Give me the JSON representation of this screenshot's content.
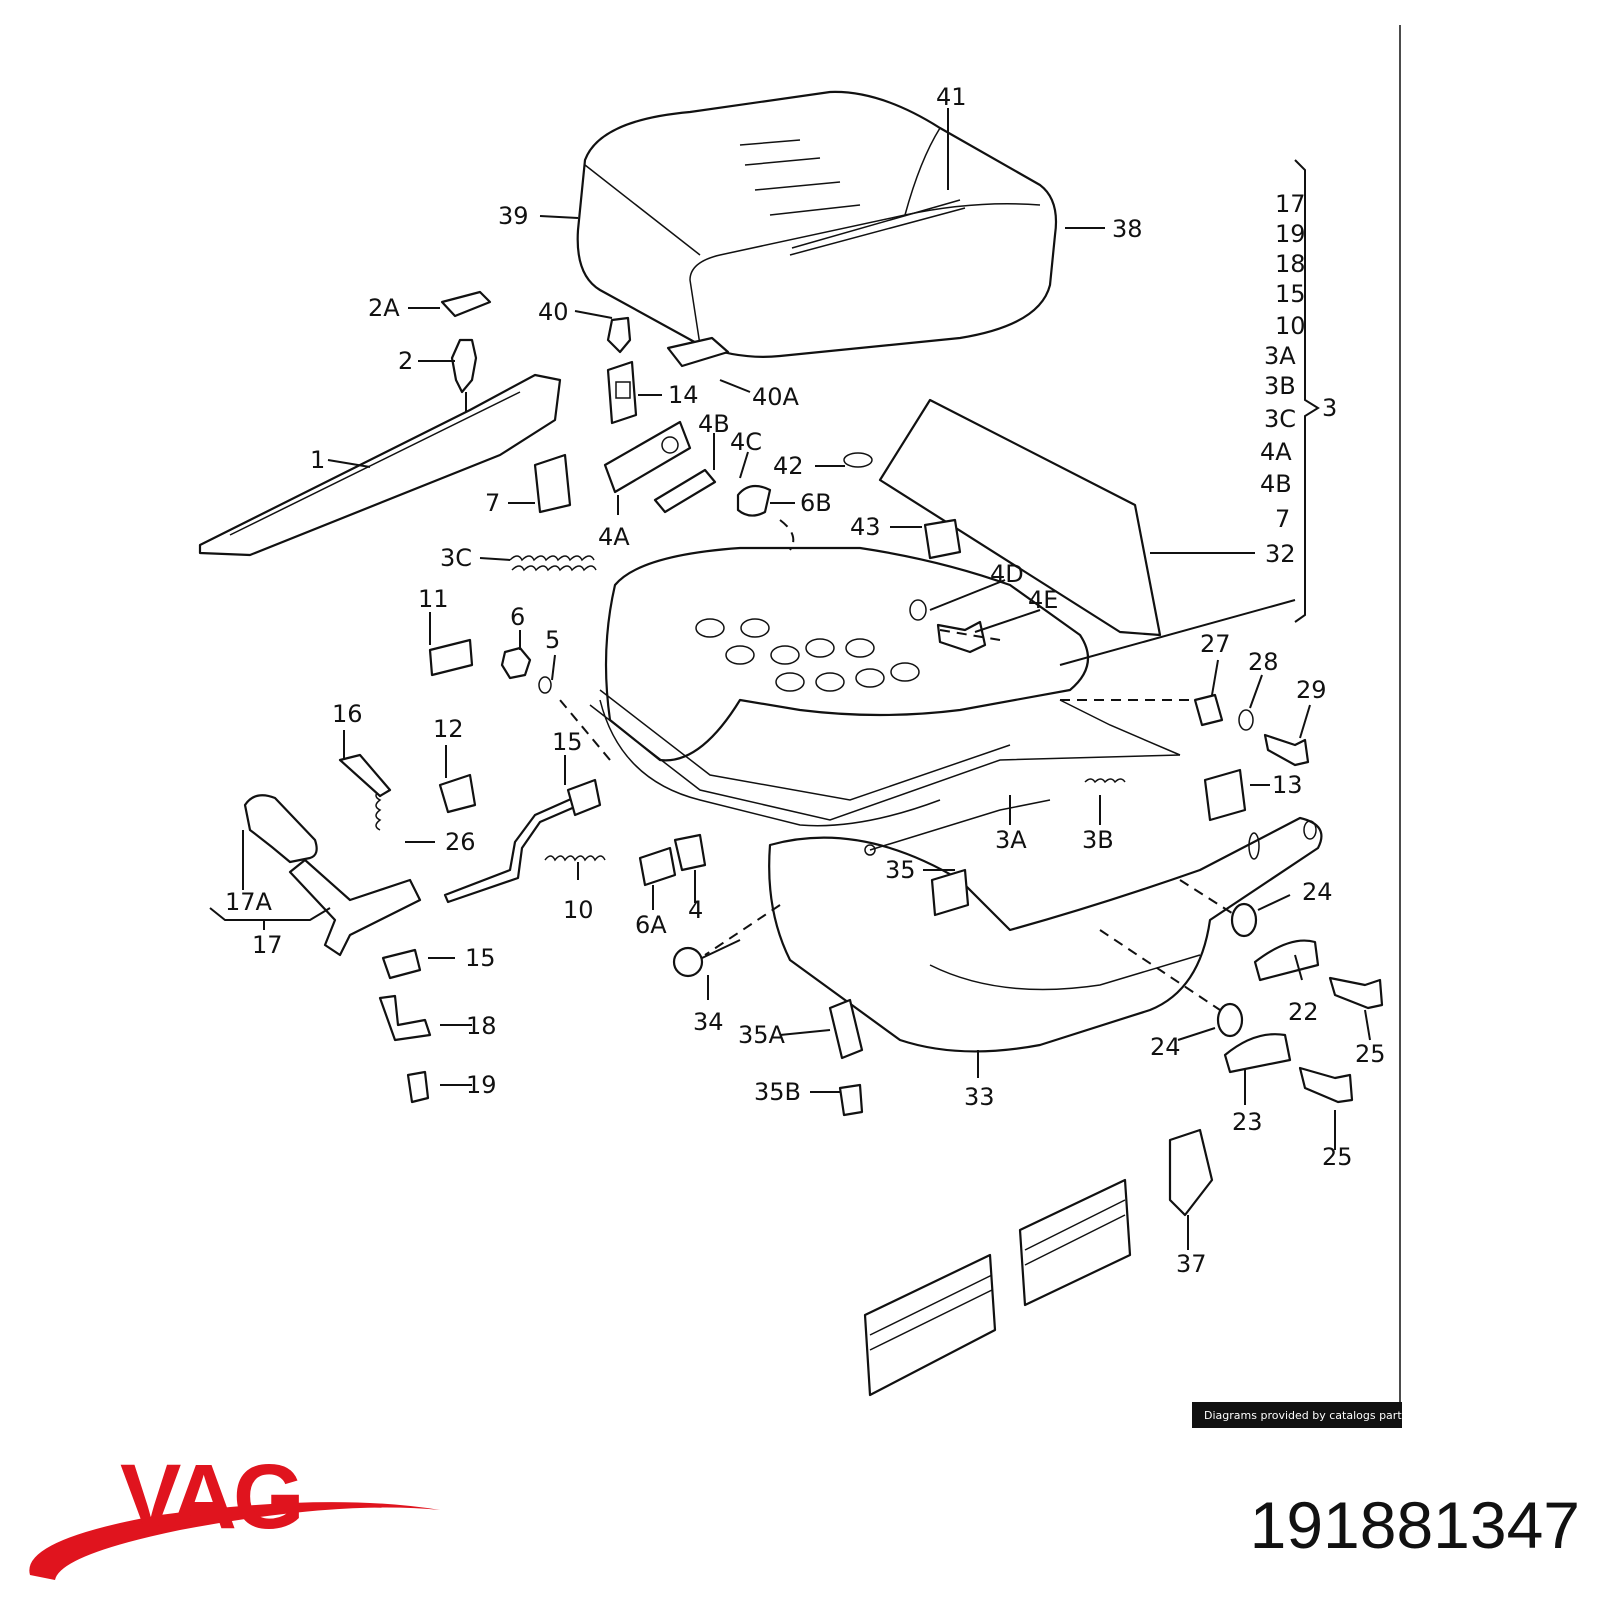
{
  "credit": "Diagrams provided by catalogs parts",
  "brand": {
    "name": "VAG",
    "color": "#e0141e"
  },
  "part_number": "191881347",
  "group_labels": [
    "17",
    "19",
    "18",
    "15",
    "10",
    "3A",
    "3B",
    "3C",
    "4A",
    "4B",
    "7",
    "32"
  ],
  "group_label": "3",
  "callouts": {
    "c41": "41",
    "c39": "39",
    "c38": "38",
    "c2A": "2A",
    "c40": "40",
    "c2": "2",
    "c14": "14",
    "c40A": "40A",
    "c1": "1",
    "c4B": "4B",
    "c4C": "4C",
    "c42": "42",
    "c7": "7",
    "c6B": "6B",
    "c4A": "4A",
    "c43": "43",
    "c3C": "3C",
    "c4D": "4D",
    "c4E": "4E",
    "c11": "11",
    "c6": "6",
    "c5": "5",
    "c27": "27",
    "c28": "28",
    "c29": "29",
    "c16": "16",
    "c12": "12",
    "c15a": "15",
    "c13": "13",
    "c26": "26",
    "c3A": "3A",
    "c3B": "3B",
    "c10": "10",
    "c6A": "6A",
    "c4": "4",
    "c35": "35",
    "c17A": "17A",
    "c17": "17",
    "c24a": "24",
    "c15b": "15",
    "c22": "22",
    "c34": "34",
    "c18": "18",
    "c35A": "35A",
    "c24b": "24",
    "c25a": "25",
    "c19": "19",
    "c35B": "35B",
    "c33": "33",
    "c23": "23",
    "c25b": "25",
    "c37": "37"
  }
}
